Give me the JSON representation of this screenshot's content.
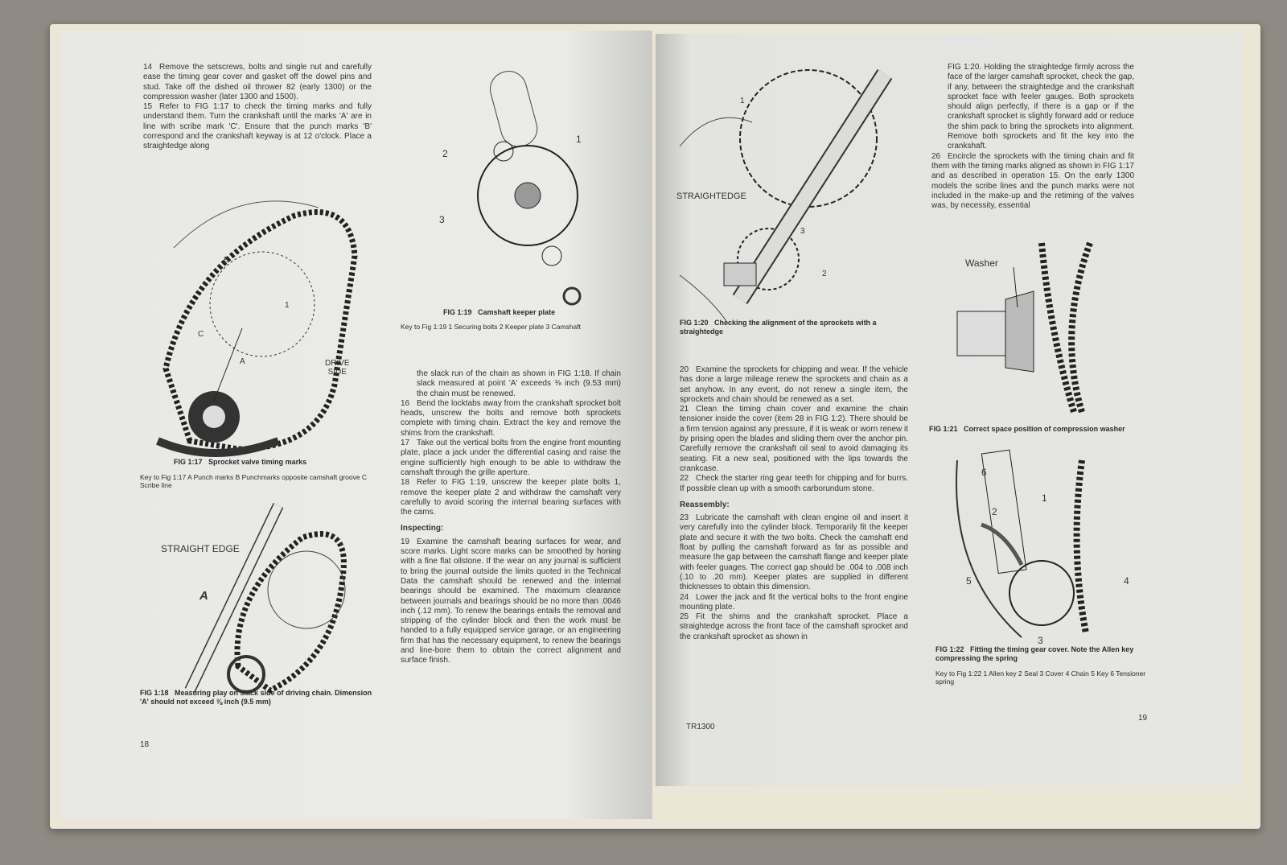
{
  "left_page": {
    "col1": [
      {
        "num": "14",
        "text": "Remove the setscrews, bolts and single nut and carefully ease the timing gear cover and gasket off the dowel pins and stud. Take off the dished oil thrower 82 (early 1300) or the compression washer (later 1300 and 1500)."
      },
      {
        "num": "15",
        "text": "Refer to FIG 1:17 to check the timing marks and fully understand them. Turn the crankshaft until the marks 'A' are in line with scribe mark 'C'. Ensure that the punch marks 'B' correspond and the crankshaft keyway is at 12 o'clock. Place a straightedge along"
      }
    ],
    "fig17": {
      "labels": {
        "b": "B",
        "a": "A",
        "c": "C",
        "one": "1",
        "drive": "DRIVE",
        "side": "SIDE"
      },
      "caption_num": "FIG 1:17",
      "caption": "Sprocket valve timing marks",
      "key": "Key to Fig 1:17   A Punch marks   B Punchmarks opposite camshaft groove   C Scribe line"
    },
    "fig18": {
      "labels": {
        "straight_edge": "STRAIGHT EDGE",
        "a": "A"
      },
      "caption_num": "FIG 1:18",
      "caption": "Measuring play on slack side of driving chain. Dimension 'A' should not exceed ⅜ inch (9.5 mm)"
    },
    "fig19": {
      "labels": {
        "one": "1",
        "two": "2",
        "three": "3"
      },
      "caption_num": "FIG 1:19",
      "caption": "Camshaft keeper plate",
      "key": "Key to Fig 1:19       1 Securing bolts       2 Keeper plate   3 Camshaft"
    },
    "col2_cont": "the slack run of the chain as shown in FIG 1:18. If chain slack measured at point 'A' exceeds ⅜ inch (9.53 mm) the chain must be renewed.",
    "col2": [
      {
        "num": "16",
        "text": "Bend the locktabs away from the crankshaft sprocket bolt heads, unscrew the bolts and remove both sprockets complete with timing chain. Extract the key and remove the shims from the crankshaft."
      },
      {
        "num": "17",
        "text": "Take out the vertical bolts from the engine front mounting plate, place a jack under the differential casing and raise the engine sufficiently high enough to be able to withdraw the camshaft through the grille aperture."
      },
      {
        "num": "18",
        "text": "Refer to FIG 1:19, unscrew the keeper plate bolts 1, remove the keeper plate 2 and withdraw the camshaft very carefully to avoid scoring the internal bearing surfaces with the cams."
      }
    ],
    "inspecting_heading": "Inspecting:",
    "col2b": [
      {
        "num": "19",
        "text": "Examine the camshaft bearing surfaces for wear, and score marks. Light score marks can be smoothed by honing with a fine flat oilstone. If the wear on any journal is sufficient to bring the journal outside the limits quoted in the Technical Data the camshaft should be renewed and the internal bearings should be examined. The maximum clearance between journals and bearings should be no more than .0046 inch (.12 mm). To renew the bearings entails the removal and stripping of the cylinder block and then the work must be handed to a fully equipped service garage, or an engineering firm that has the necessary equipment, to renew the bearings and line-bore them to obtain the correct alignment and surface finish."
      }
    ],
    "page_number": "18"
  },
  "right_page": {
    "fig20": {
      "labels": {
        "straightedge": "STRAIGHTEDGE",
        "one": "1",
        "two": "2",
        "three": "3"
      },
      "caption_num": "FIG 1:20",
      "caption": "Checking the alignment of the sprockets with a straightedge"
    },
    "col1": [
      {
        "num": "20",
        "text": "Examine the sprockets for chipping and wear. If the vehicle has done a large mileage renew the sprockets and chain as a set anyhow. In any event, do not renew a single item, the sprockets and chain should be renewed as a set."
      },
      {
        "num": "21",
        "text": "Clean the timing chain cover and examine the chain tensioner inside the cover (item 28 in FIG 1:2). There should be a firm tension against any pressure, if it is weak or worn renew it by prising open the blades and sliding them over the anchor pin. Carefully remove the crankshaft oil seal to avoid damaging its seating. Fit a new seal, positioned with the lips towards the crankcase."
      },
      {
        "num": "22",
        "text": "Check the starter ring gear teeth for chipping and for burrs. If possible clean up with a smooth carborundum stone."
      }
    ],
    "reassembly_heading": "Reassembly:",
    "col1b": [
      {
        "num": "23",
        "text": "Lubricate the camshaft with clean engine oil and insert it very carefully into the cylinder block. Temporarily fit the keeper plate and secure it with the two bolts. Check the camshaft end float by pulling the camshaft forward as far as possible and measure the gap between the camshaft flange and keeper plate with feeler guages. The correct gap should be .004 to .008 inch (.10 to .20 mm). Keeper plates are supplied in different thicknesses to obtain this dimension."
      },
      {
        "num": "24",
        "text": "Lower the jack and fit the vertical bolts to the front engine mounting plate."
      },
      {
        "num": "25",
        "text": "Fit the shims and the crankshaft sprocket. Place a straightedge across the front face of the camshaft sprocket and the crankshaft sprocket as shown in"
      }
    ],
    "col2_cont": "FIG 1:20. Holding the straightedge firmly across the face of the larger camshaft sprocket, check the gap, if any, between the straightedge and the crankshaft sprocket face with feeler gauges. Both sprockets should align perfectly, if there is a gap or if the crankshaft sprocket is slightly forward add or reduce the shim pack to bring the sprockets into alignment. Remove both sprockets and fit the key into the crankshaft.",
    "col2": [
      {
        "num": "26",
        "text": "Encircle the sprockets with the timing chain and fit them with the timing marks aligned as shown in FIG 1:17 and as described in operation 15. On the early 1300 models the scribe lines and the punch marks were not included in the make-up and the retiming of the valves was, by necessity, essential"
      }
    ],
    "fig21": {
      "labels": {
        "washer": "Washer"
      },
      "caption_num": "FIG 1:21",
      "caption": "Correct space position of compression washer"
    },
    "fig22": {
      "labels": {
        "one": "1",
        "two": "2",
        "three": "3",
        "four": "4",
        "five": "5",
        "six": "6"
      },
      "caption_num": "FIG 1:22",
      "caption": "Fitting the timing gear cover. Note the Allen key compressing the spring",
      "key": "Key to Fig 1:22   1 Allen key   2 Seal   3 Cover   4 Chain   5 Key   6 Tensioner spring"
    },
    "footer": "TR1300",
    "page_number": "19"
  }
}
